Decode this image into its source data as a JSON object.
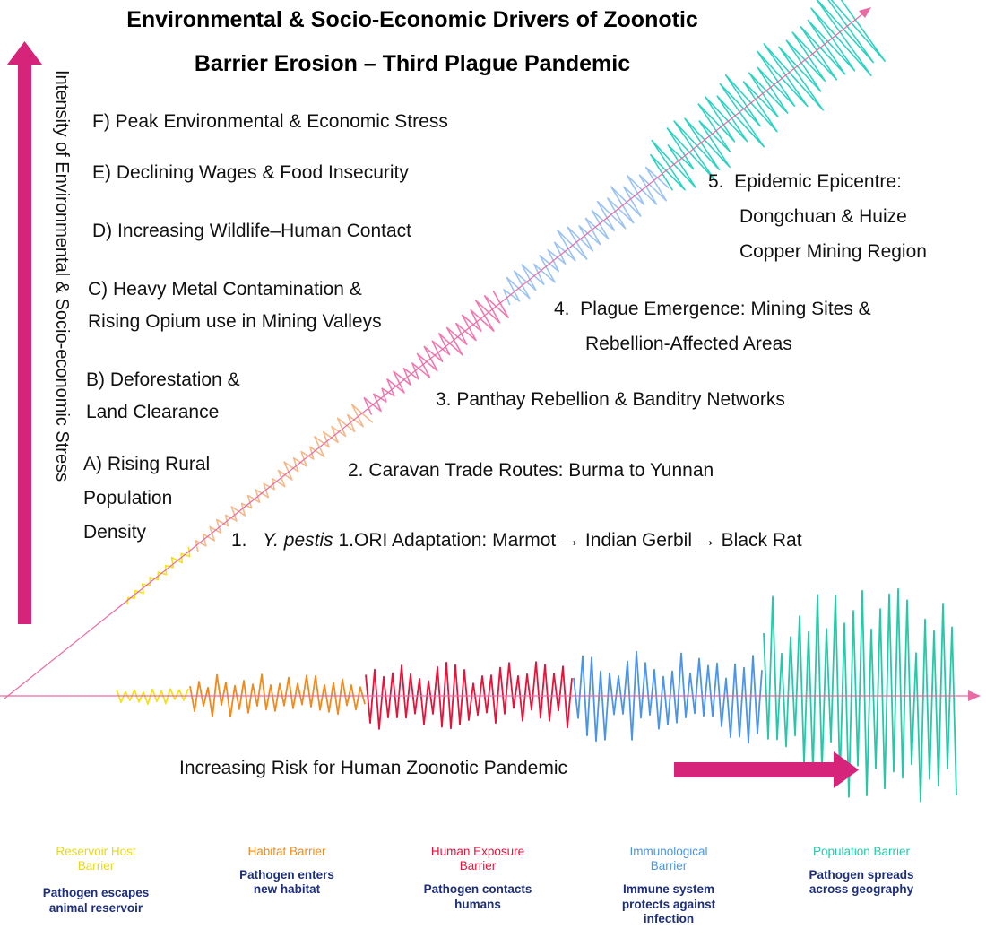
{
  "title": {
    "line1": "Environmental & Socio-Economic Drivers of Zoonotic",
    "line2": "Barrier Erosion – Third Plague Pandemic"
  },
  "y_axis_label": "Intensity of  Environmental & Socio-economic Stress",
  "x_axis_label": "Increasing Risk for Human Zoonotic Pandemic",
  "drivers": [
    {
      "label": "F) Peak Environmental & Economic Stress"
    },
    {
      "label": "E) Declining Wages & Food Insecurity"
    },
    {
      "label": "D) Increasing Wildlife–Human Contact"
    },
    {
      "label": "C) Heavy Metal Contamination &\nRising Opium use in Mining Valleys"
    },
    {
      "label": "B) Deforestation &\nLand Clearance"
    },
    {
      "label": "A) Rising Rural\nPopulation\nDensity"
    }
  ],
  "stages": {
    "s1": {
      "number": "1.",
      "species": "Y. pestis",
      "rest": " 1.ORI Adaptation: Marmot → Indian Gerbil → Black Rat"
    },
    "s2": {
      "label": "2.  Caravan Trade Routes: Burma to Yunnan"
    },
    "s3": {
      "label": "3.  Panthay Rebellion & Banditry Networks"
    },
    "s4": {
      "label": "4.  Plague Emergence: Mining Sites &\n      Rebellion-Affected Areas"
    },
    "s5": {
      "label": "5.  Epidemic Epicentre:\n      Dongchuan & Huize\n      Copper Mining Region"
    }
  },
  "barriers": [
    {
      "title": "Reservoir Host\nBarrier",
      "desc": "Pathogen escapes\nanimal reservoir",
      "color": "#f2e21a"
    },
    {
      "title": "Habitat Barrier",
      "desc": "Pathogen enters\nnew habitat",
      "color": "#ef8a1c"
    },
    {
      "title": "Human Exposure\nBarrier",
      "desc": "Pathogen contacts\nhumans",
      "color": "#e3133b"
    },
    {
      "title": "Immunological\nBarrier",
      "desc": "Immune system\nprotects against\ninfection",
      "color": "#4b95e6"
    },
    {
      "title": "Population Barrier",
      "desc": "Pathogen spreads\nacross geography",
      "color": "#25c9a9"
    }
  ],
  "diagonal_wave_colors": [
    "#f2e21a",
    "#f4b98a",
    "#f07ab0",
    "#9cc3f2",
    "#2fd3c4"
  ],
  "accent_colors": {
    "axis_arrow": "#d6247a",
    "axis_line": "#e96aa4"
  }
}
